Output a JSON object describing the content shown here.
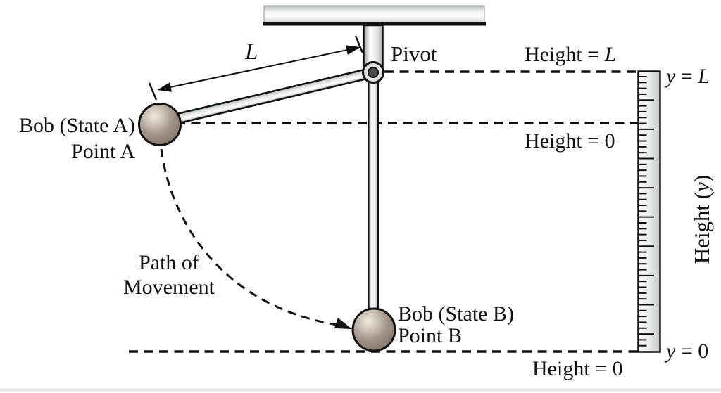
{
  "figure": {
    "pivot_label": "Pivot",
    "length_label": "L",
    "bob_a": {
      "line1": "Bob (State A)",
      "line2": "Point A"
    },
    "bob_b": {
      "line1": "Bob (State B)",
      "line2": "Point B"
    },
    "path": {
      "line1": "Path of",
      "line2": "Movement"
    }
  },
  "height_markers": {
    "top": {
      "prefix": "Height = ",
      "value": "L"
    },
    "mid": {
      "prefix": "Height = ",
      "value": "0"
    },
    "bottom": {
      "prefix": "Height = ",
      "value": "0"
    }
  },
  "ruler": {
    "top_label": {
      "variable": "y",
      "equals": " = ",
      "value": "L"
    },
    "bottom_label": {
      "variable": "y",
      "equals": " = ",
      "value": "0"
    },
    "axis_label": {
      "prefix": "Height (",
      "variable": "y",
      "suffix": ")"
    }
  },
  "colors": {
    "ink": "#111111",
    "background": "#ffffff",
    "bob_base": "#9a8c7e",
    "bob_highlight": "#eee8df",
    "metal_light": "#ffffff",
    "metal_shadow": "#a9aeb1",
    "ceiling_gray": "#b3b9bc",
    "ruler_gray": "#c3c7c9"
  }
}
